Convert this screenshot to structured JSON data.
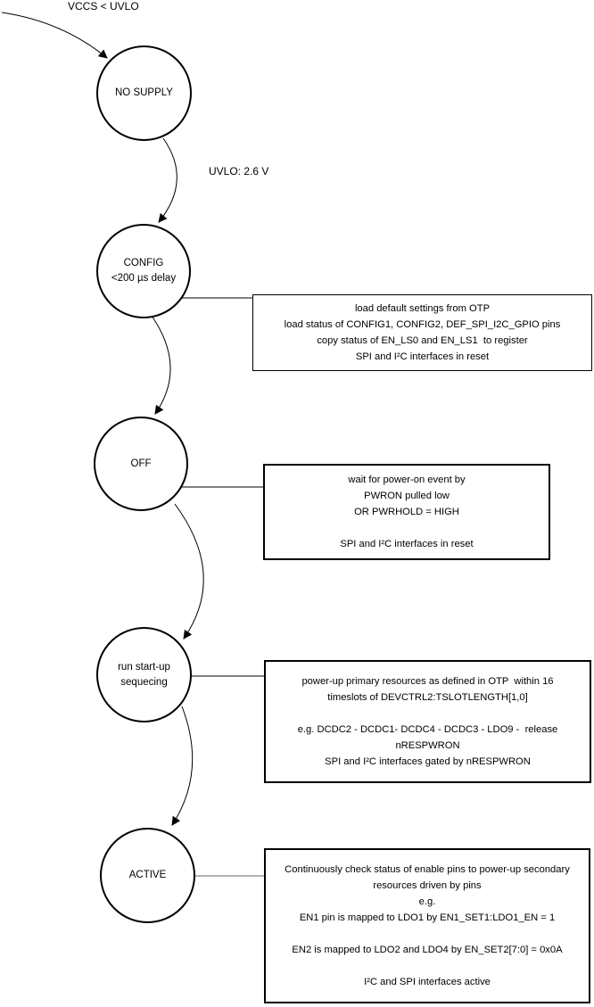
{
  "diagram": {
    "background": "#ffffff",
    "stroke_color": "#000000",
    "muted_connector_color": "#999999"
  },
  "edge_labels": {
    "entry": "VCCS < UVLO",
    "uvlo": "UVLO: 2.6 V"
  },
  "states": {
    "no_supply": {
      "label": "NO SUPPLY"
    },
    "config": {
      "label": "CONFIG\n<200 µs delay"
    },
    "off": {
      "label": "OFF"
    },
    "run_startup": {
      "label": "run start-up\nsequecing"
    },
    "active": {
      "label": "ACTIVE"
    }
  },
  "notes": {
    "config_note": {
      "text": "load default settings from OTP\nload status of CONFIG1, CONFIG2, DEF_SPI_I2C_GPIO pins\ncopy status of EN_LS0 and EN_LS1  to register\nSPI and I²C interfaces in reset"
    },
    "off_note": {
      "text": "wait for power-on event by\nPWRON pulled low\nOR PWRHOLD = HIGH\n\nSPI and I²C interfaces in reset"
    },
    "run_startup_note": {
      "text": "power-up primary resources as defined in OTP  within 16\ntimeslots of DEVCTRL2:TSLOTLENGTH[1,0]\n\ne.g. DCDC2 - DCDC1- DCDC4 - DCDC3 - LDO9 -  release\nnRESPWRON\nSPI and I²C interfaces gated by nRESPWRON"
    },
    "active_note": {
      "text": "Continuously check status of enable pins to power-up secondary\nresources driven by pins\ne.g.\nEN1 pin is mapped to LDO1 by EN1_SET1:LDO1_EN = 1\n\nEN2 is mapped to LDO2 and LDO4 by EN_SET2[7:0] = 0x0A\n\nI²C and SPI interfaces active"
    }
  }
}
